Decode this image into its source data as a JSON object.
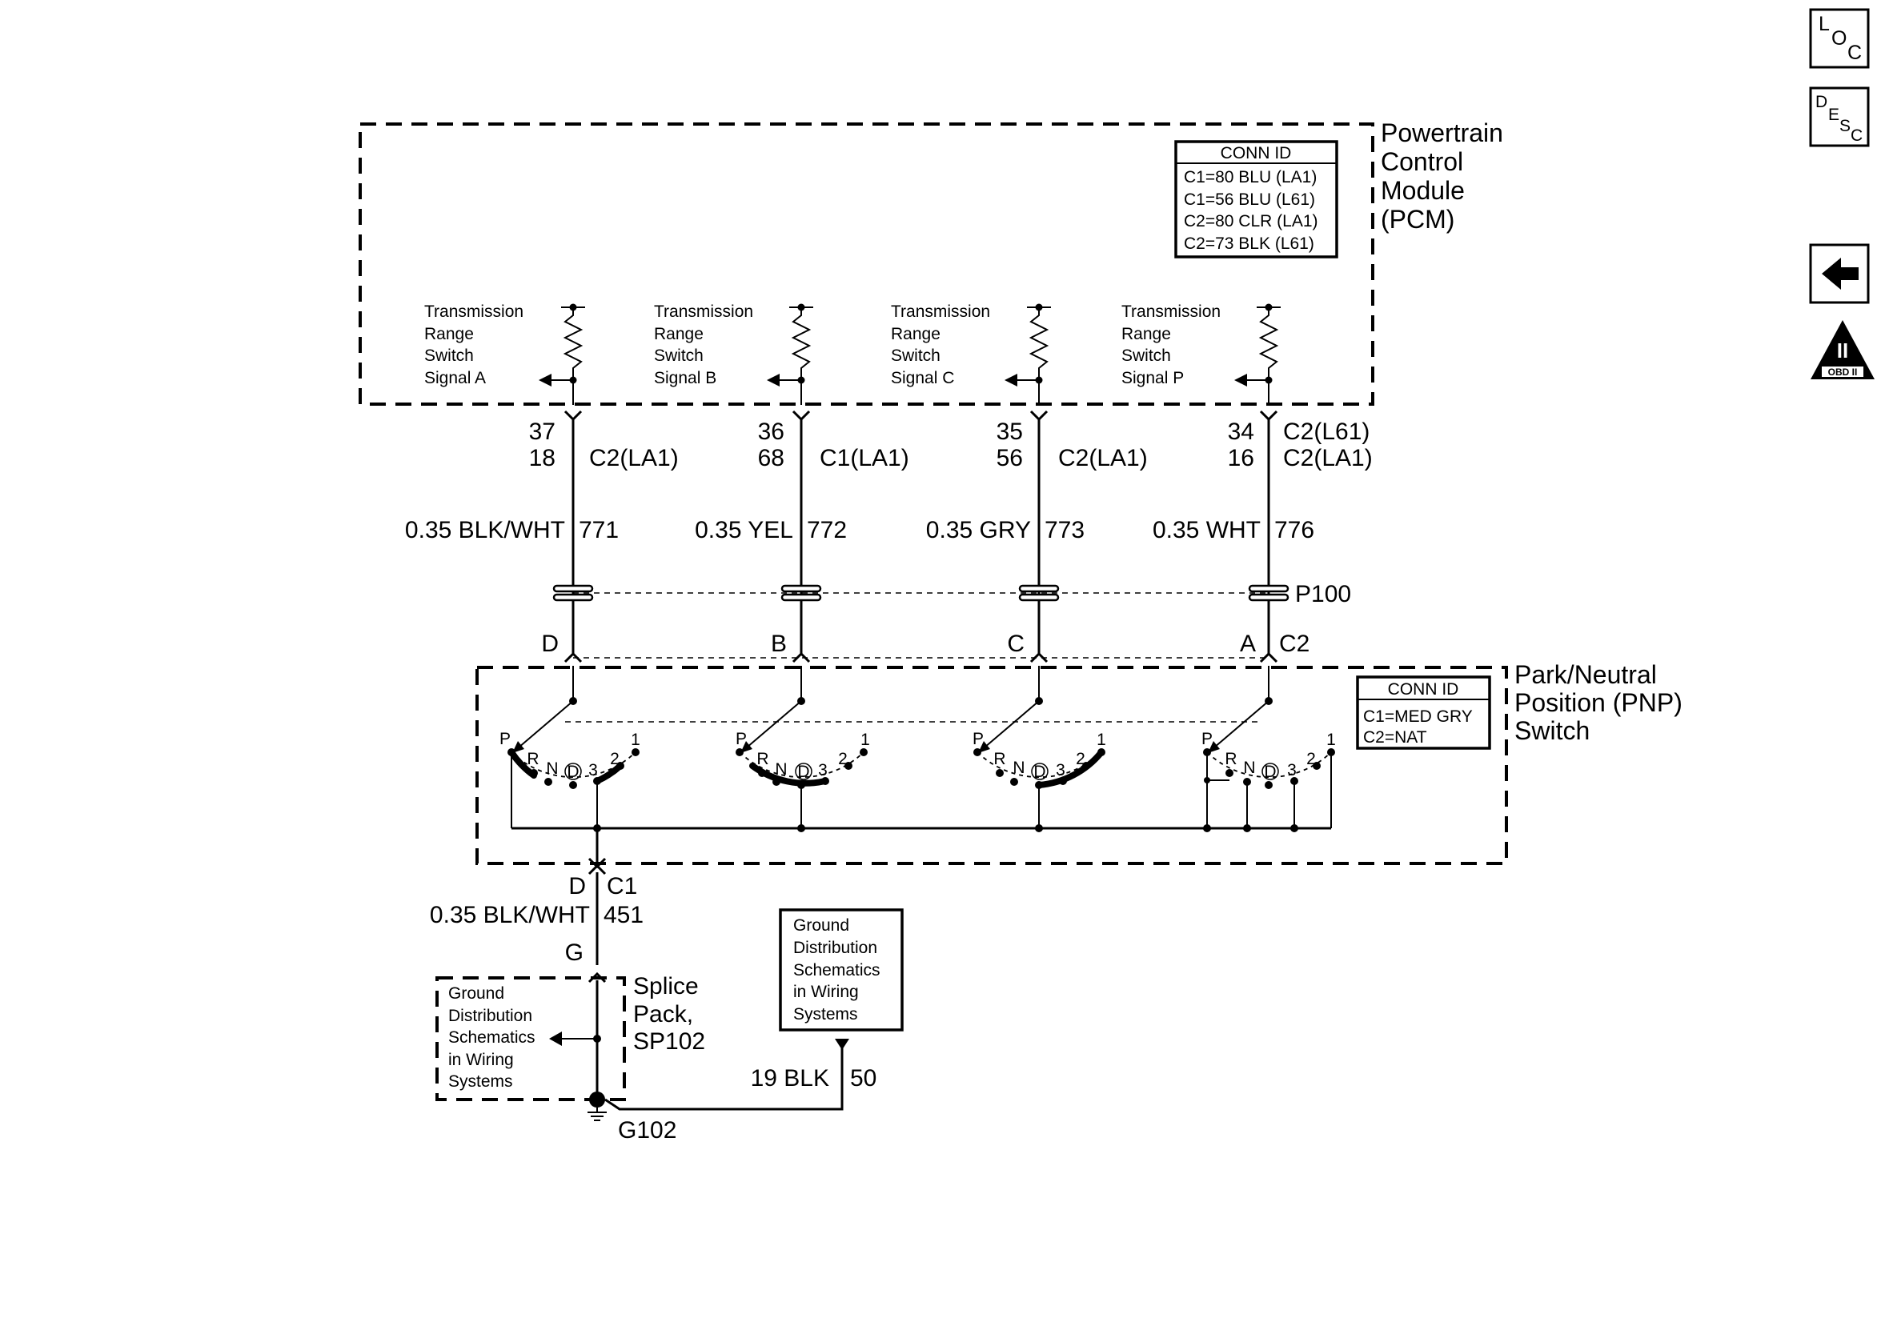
{
  "nav": {
    "loc": [
      "L",
      "O",
      "C"
    ],
    "desc": [
      "D",
      "E",
      "S",
      "C"
    ],
    "obd_roman": "II",
    "obd_label": "OBD II"
  },
  "pcm": {
    "title": [
      "Powertrain",
      "Control",
      "Module",
      "(PCM)"
    ],
    "conn_title": "CONN ID",
    "conn_rows": [
      "C1=80 BLU (LA1)",
      "C1=56 BLU (L61)",
      "C2=80 CLR (LA1)",
      "C2=73 BLK (L61)"
    ]
  },
  "signals": [
    {
      "label": [
        "Transmission",
        "Range",
        "Switch",
        "Signal A"
      ],
      "pin_top": "37",
      "pin_bottom": "18",
      "conn": "C2(LA1)",
      "wire": "0.35 BLK/WHT",
      "circuit": "771",
      "inline_pin": "D"
    },
    {
      "label": [
        "Transmission",
        "Range",
        "Switch",
        "Signal B"
      ],
      "pin_top": "36",
      "pin_bottom": "68",
      "conn": "C1(LA1)",
      "wire": "0.35 YEL",
      "circuit": "772",
      "inline_pin": "B"
    },
    {
      "label": [
        "Transmission",
        "Range",
        "Switch",
        "Signal C"
      ],
      "pin_top": "35",
      "pin_bottom": "56",
      "conn": "C2(LA1)",
      "wire": "0.35 GRY",
      "circuit": "773",
      "inline_pin": "C"
    },
    {
      "label": [
        "Transmission",
        "Range",
        "Switch",
        "Signal P"
      ],
      "pin_top": "34",
      "pin_bottom": "16",
      "conn_top": "C2(L61)",
      "conn": "C2(LA1)",
      "wire": "0.35 WHT",
      "circuit": "776",
      "inline_pin": "A"
    }
  ],
  "p100": "P100",
  "c2": "C2",
  "pnp": {
    "title": [
      "Park/Neutral",
      "Position (PNP)",
      "Switch"
    ],
    "conn_title": "CONN ID",
    "conn_rows": [
      "C1=MED GRY",
      "C2=NAT"
    ],
    "positions": [
      "P",
      "R",
      "N",
      "D",
      "3",
      "2",
      "1"
    ]
  },
  "ground": {
    "pin": "D",
    "conn": "C1",
    "wire": "0.35 BLK/WHT",
    "circuit": "451",
    "splice_pin": "G",
    "splice": [
      "Splice",
      "Pack,",
      "SP102"
    ],
    "ref_left": [
      "Ground",
      "Distribution",
      "Schematics",
      "in Wiring",
      "Systems"
    ],
    "ref_right": [
      "Ground",
      "Distribution",
      "Schematics",
      "in Wiring",
      "Systems"
    ],
    "wire2": "19 BLK",
    "circuit2": "50",
    "g_label": "G102"
  }
}
